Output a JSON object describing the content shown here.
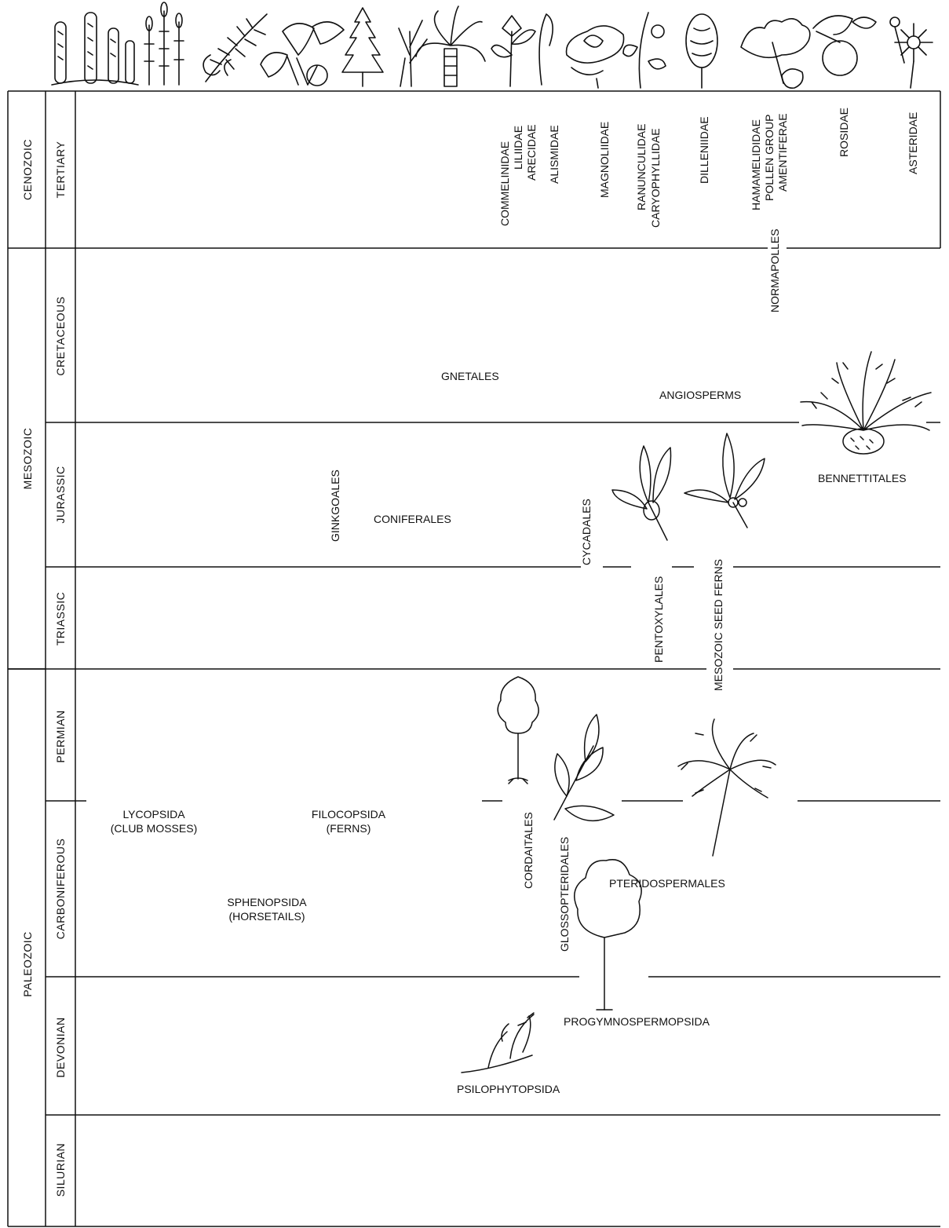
{
  "eras": [
    {
      "key": "cenozoic",
      "label": "CENOZOIC"
    },
    {
      "key": "mesozoic",
      "label": "MESOZOIC"
    },
    {
      "key": "paleozoic",
      "label": "PALEOZOIC"
    }
  ],
  "periods": [
    {
      "key": "tertiary",
      "label": "TERTIARY"
    },
    {
      "key": "cretaceous",
      "label": "CRETACEOUS"
    },
    {
      "key": "jurassic",
      "label": "JURASSIC"
    },
    {
      "key": "triassic",
      "label": "TRIASSIC"
    },
    {
      "key": "permian",
      "label": "PERMIAN"
    },
    {
      "key": "carboniferous",
      "label": "CARBONIFEROUS"
    },
    {
      "key": "devonian",
      "label": "DEVONIAN"
    },
    {
      "key": "silurian",
      "label": "SILURIAN"
    }
  ],
  "angiosperm_subclasses": [
    {
      "key": "commelinidae",
      "label": "COMMELINIDAE"
    },
    {
      "key": "liliidae",
      "label": "LILIIDAE"
    },
    {
      "key": "arecidae",
      "label": "ARECIDAE"
    },
    {
      "key": "alismidae",
      "label": "ALISMIDAE"
    },
    {
      "key": "magnoliidae",
      "label": "MAGNOLIIDAE"
    },
    {
      "key": "ranunculidae",
      "label": "RANUNCULIDAE"
    },
    {
      "key": "caryophyllidae",
      "label": "CARYOPHYLLIDAE"
    },
    {
      "key": "dilleniidae",
      "label": "DILLENIIDAE"
    },
    {
      "key": "hamamelididae",
      "label": "HAMAMELIDIDAE"
    },
    {
      "key": "pollen-group",
      "label": "POLLEN GROUP"
    },
    {
      "key": "amentiferae",
      "label": "AMENTIFERAE"
    },
    {
      "key": "rosidae",
      "label": "ROSIDAE"
    },
    {
      "key": "asteridae",
      "label": "ASTERIDAE"
    }
  ],
  "taxa": [
    {
      "key": "normapolles",
      "label": "NORMAPOLLES"
    },
    {
      "key": "gnetales",
      "label": "GNETALES"
    },
    {
      "key": "angiosperms",
      "label": "ANGIOSPERMS"
    },
    {
      "key": "ginkgoales",
      "label": "GINKGOALES"
    },
    {
      "key": "coniferales",
      "label": "CONIFERALES"
    },
    {
      "key": "cycadales",
      "label": "CYCADALES"
    },
    {
      "key": "bennettitales",
      "label": "BENNETTITALES"
    },
    {
      "key": "pentoxylales",
      "label": "PENTOXYLALES"
    },
    {
      "key": "mesozoic-seed-ferns",
      "label": "MESOZOIC SEED FERNS"
    },
    {
      "key": "cordaitales",
      "label": "CORDAITALES"
    },
    {
      "key": "glossopteridales",
      "label": "GLOSSOPTERIDALES"
    },
    {
      "key": "pteridospermales",
      "label": "PTERIDOSPERMALES"
    },
    {
      "key": "progymnospermopsida",
      "label": "PROGYMNOSPERMOPSIDA"
    },
    {
      "key": "psilophytopsida",
      "label": "PSILOPHYTOPSIDA"
    }
  ],
  "two_line_taxa": [
    {
      "key": "lycopsida",
      "label": "LYCOPSIDA",
      "sub": "(CLUB MOSSES)"
    },
    {
      "key": "filocopsida",
      "label": "FILOCOPSIDA",
      "sub": "(FERNS)"
    },
    {
      "key": "sphenopsida",
      "label": "SPHENOPSIDA",
      "sub": "(HORSETAILS)"
    }
  ],
  "illustrations": [
    "club-moss",
    "horsetail",
    "fern-frond",
    "ginkgo-leaf",
    "conifer-tree",
    "ephedra-twig",
    "cycad-palm",
    "monocot-flower",
    "magnolia-flower",
    "columbine-flower",
    "deciduous-tree",
    "oak-leaf",
    "apple-branch",
    "daisy-flower",
    "bennettite-plant",
    "pentoxylon-shoot",
    "seed-fern-frond",
    "cordaite-tree",
    "glossopteris-leaf",
    "seed-fern-tree",
    "archaeopteris-tree",
    "psilophyte-plant"
  ]
}
